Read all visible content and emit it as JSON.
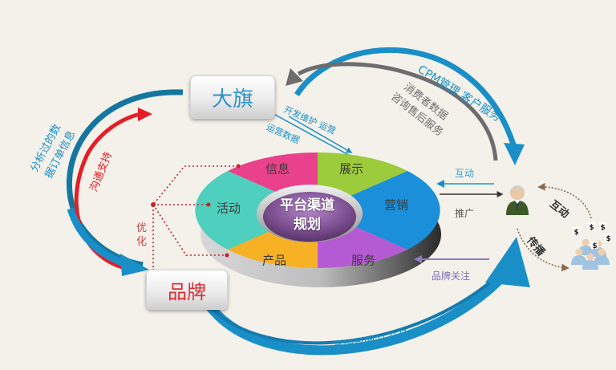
{
  "nodes": {
    "top_box": "大旗",
    "bottom_box": "品牌",
    "center_title_line1": "平台渠道",
    "center_title_line2": "规划"
  },
  "wheel_segments": [
    {
      "label": "信息",
      "color": "#e9418c"
    },
    {
      "label": "展示",
      "color": "#9ccb3b"
    },
    {
      "label": "营销",
      "color": "#1b8fd9"
    },
    {
      "label": "服务",
      "color": "#b45bd3"
    },
    {
      "label": "产品",
      "color": "#f7b125"
    },
    {
      "label": "活动",
      "color": "#4fcfbd"
    }
  ],
  "arrow_labels": {
    "cpm": "CPM管理  客户服务",
    "consumer_line1": "消费者数据",
    "consumer_line2": "咨询售后服务",
    "dev_maint": "开发维护 运营",
    "ops_data": "运营数据",
    "analysis_line1": "分析过的数",
    "analysis_line2": "据订单信息",
    "communication": "沟通支持",
    "optimize": "优化",
    "interact_left": "互动",
    "promote": "推广",
    "brand_attention": "品牌关注",
    "brand_influence": "品牌影响力  产品",
    "interact_right": "互动",
    "spread": "传播"
  },
  "colors": {
    "background": "#f3f1ea",
    "blue_arrow": "#1a8fc7",
    "dark_blue_arrow": "#15779f",
    "red_arrow": "#e41e26",
    "gray_arrow": "#6d6d6d",
    "red_dot": "#c8202a",
    "purple_line": "#8a7fc0"
  },
  "icons": {
    "customer": "businessman-icon",
    "crowd": "crowd-money-icon"
  }
}
